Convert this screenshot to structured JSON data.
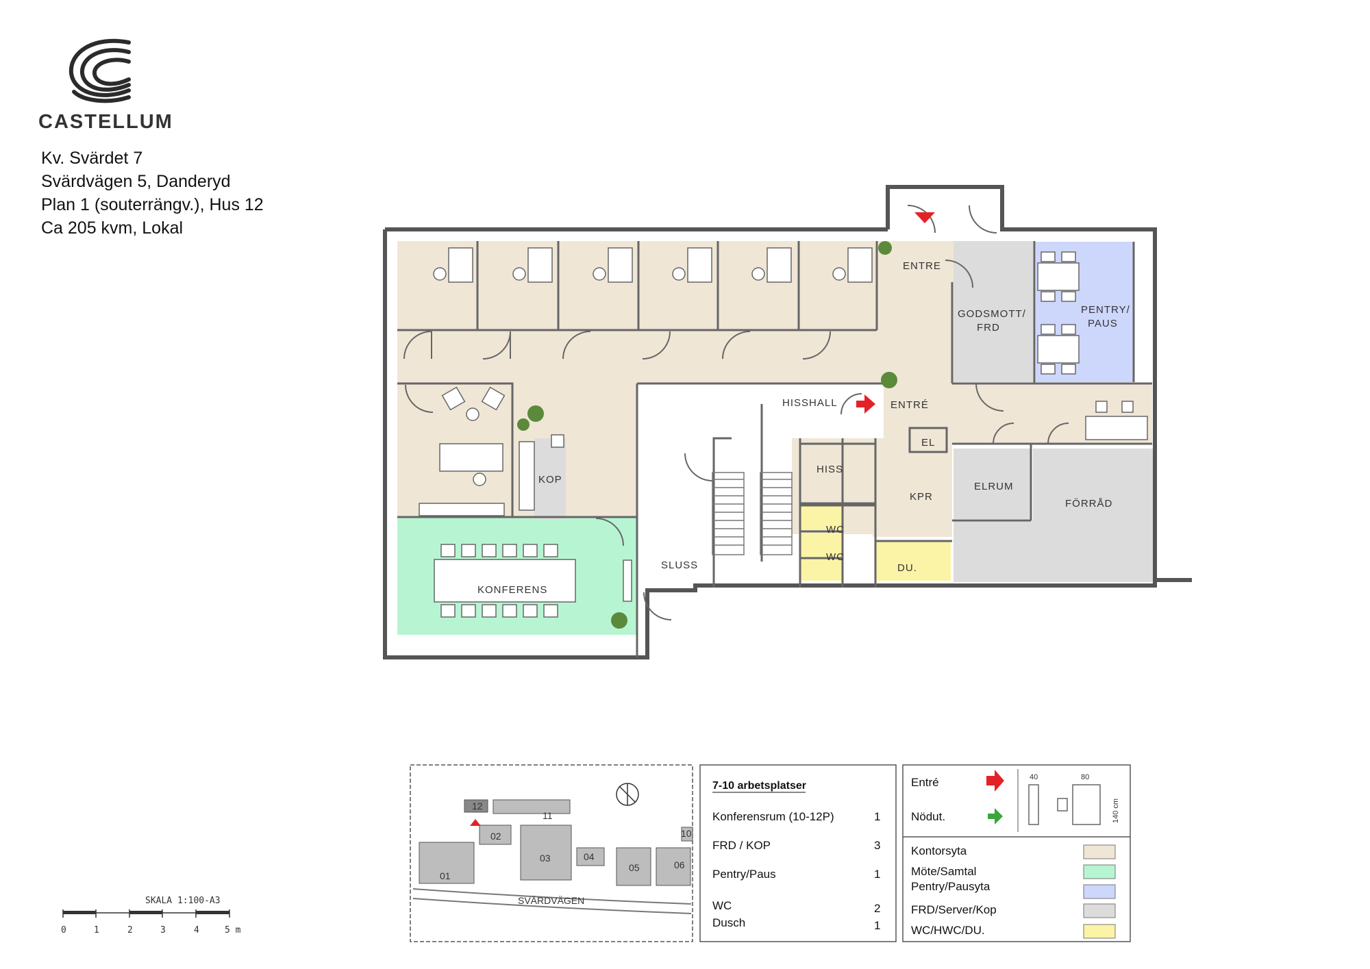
{
  "brand": {
    "name": "CASTELLUM",
    "logo_icon": "castellum-swirl-logo"
  },
  "property_info": [
    "Kv. Svärdet 7",
    "Svärdvägen 5, Danderyd",
    "Plan 1 (souterrängv.), Hus 12",
    "Ca 205 kvm, Lokal"
  ],
  "rooms": {
    "entre_top": "ENTRE",
    "godsmott_1": "GODSMOTT/",
    "godsmott_2": "FRD",
    "pentry_1": "PENTRY/",
    "pentry_2": "PAUS",
    "hisshall": "HISSHALL",
    "entre_mid": "ENTRÉ",
    "el": "EL",
    "elrum": "ELRUM",
    "forrad": "FÖRRÅD",
    "kop": "KOP",
    "hiss": "HISS",
    "kpr": "KPR",
    "wc1": "WC",
    "wc2": "WC",
    "du": "DU.",
    "sluss": "SLUSS",
    "konferens": "KONFERENS"
  },
  "scale": {
    "title": "SKALA 1:100-A3",
    "ticks": [
      "0",
      "1",
      "2",
      "3",
      "4",
      "5 m"
    ]
  },
  "site_map": {
    "buildings": [
      "12",
      "11",
      "02",
      "03",
      "04",
      "05",
      "06",
      "10",
      "01"
    ],
    "street": "SVÄRDVÄGEN",
    "north_icon": "north-arrow-icon"
  },
  "workplaces": {
    "heading": "7-10 arbetsplatser",
    "rows": [
      {
        "label": "Konferensrum (10-12P)",
        "count": "1"
      },
      {
        "label": "FRD / KOP",
        "count": "3"
      },
      {
        "label": "Pentry/Paus",
        "count": "1"
      },
      {
        "label": "WC",
        "count": "2"
      },
      {
        "label": "Dusch",
        "count": "1"
      }
    ]
  },
  "symbols": {
    "entre": "Entré",
    "nodut": "Nödut.",
    "entre_color": "#e32227",
    "nodut_color": "#3aa63a",
    "dims": {
      "w40": "40",
      "w80": "80",
      "h140": "140 cm"
    }
  },
  "legend": [
    {
      "label": "Kontorsyta",
      "color": "#efe6d6"
    },
    {
      "label": "Möte/Samtal",
      "color": "#b7f5d2"
    },
    {
      "label": "Pentry/Pausyta",
      "color": "#cdd6fb"
    },
    {
      "label": "FRD/Server/Kop",
      "color": "#dcdcdc"
    },
    {
      "label": "WC/HWC/DU.",
      "color": "#fbf3a6"
    }
  ]
}
